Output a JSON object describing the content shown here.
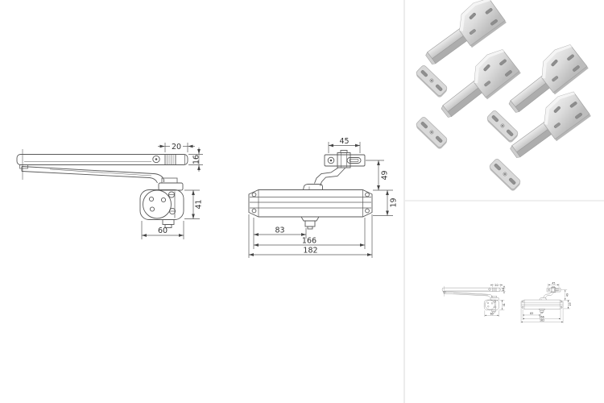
{
  "page": {
    "background": "#ffffff",
    "divider_color": "#ececec",
    "line_color": "#555555",
    "metal_light": "#f2f2f2",
    "metal_mid": "#d2d2d2",
    "metal_dark": "#a8a8a8"
  },
  "technical_drawing": {
    "side_view": {
      "dims": {
        "arm_end_width": "20",
        "arm_end_height": "16",
        "body_height": "41",
        "body_width": "60"
      }
    },
    "front_view": {
      "dims": {
        "bracket_slot_span": "45",
        "bracket_to_body": "49",
        "body_height": "19",
        "edge_to_spindle": "83",
        "mounting_length": "166",
        "overall_length": "182"
      }
    }
  },
  "product_photo": {
    "latch_count": 4,
    "strike_plate_count": 4
  }
}
